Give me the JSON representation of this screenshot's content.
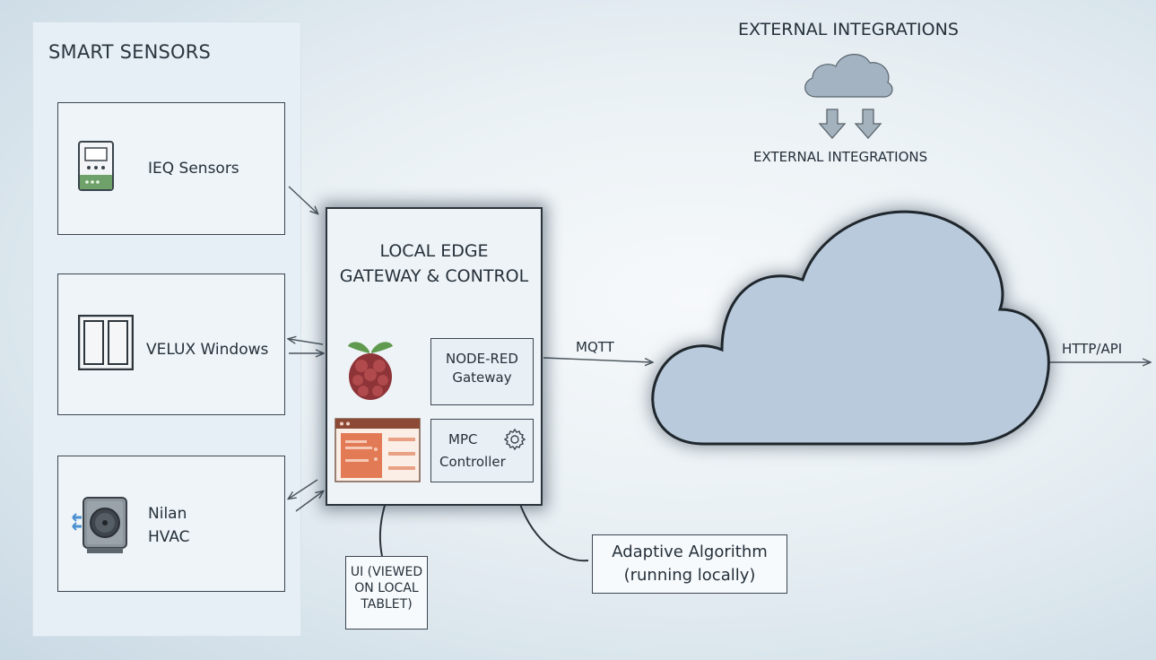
{
  "sensors": {
    "title": "SMART SENSORS",
    "items": [
      {
        "label": "IEQ Sensors",
        "icon": "ieq-sensor-icon"
      },
      {
        "label": "VELUX Windows",
        "icon": "window-icon"
      },
      {
        "label_line1": "Nilan",
        "label_line2": "HVAC",
        "icon": "hvac-unit-icon"
      }
    ]
  },
  "gateway": {
    "title_line1": "LOCAL EDGE",
    "title_line2": "GATEWAY & CONTROL",
    "node_red_line1": "NODE-RED",
    "node_red_line2": "Gateway",
    "mpc_line1": "MPC",
    "mpc_line2": "Controller"
  },
  "connections": {
    "mqtt": "MQTT",
    "http_api": "HTTP/API"
  },
  "external": {
    "title": "EXTERNAL INTEGRATIONS",
    "subtitle": "EXTERNAL INTEGRATIONS"
  },
  "callouts": {
    "ui_line1": "UI (VIEWED",
    "ui_line2": "ON LOCAL",
    "ui_line3": "TABLET)",
    "algo_line1": "Adaptive Algorithm",
    "algo_line2": "(running locally)"
  },
  "colors": {
    "cloud_fill": "#b8cadc",
    "raspberry_red": "#b04a4c",
    "leaf_green": "#5f9a4e",
    "tablet_orange": "#e27a55"
  }
}
